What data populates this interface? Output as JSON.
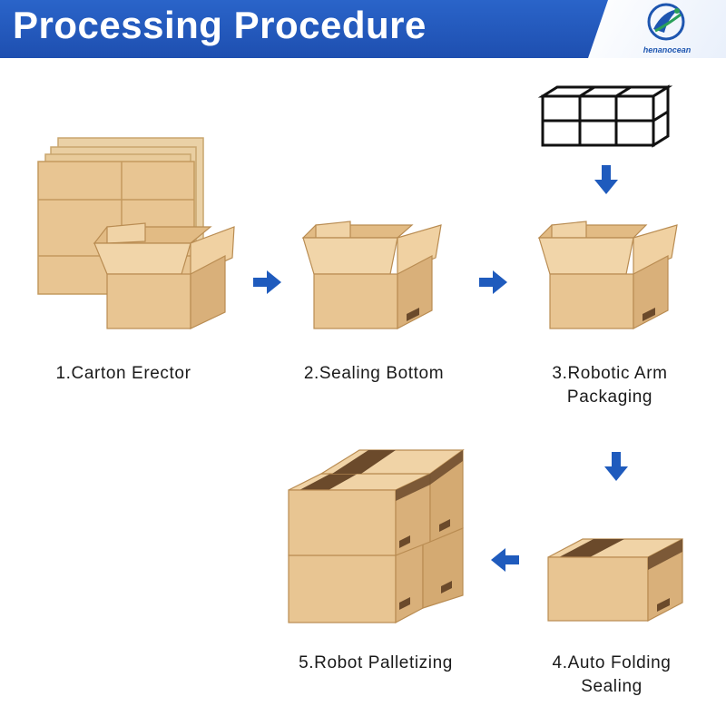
{
  "header": {
    "title": "Processing Procedure",
    "background_color": "#1e4fb0"
  },
  "logo": {
    "text": "henanocean",
    "icon": "henanocean-logo-icon"
  },
  "colors": {
    "carton": "#e8c592",
    "carton_shade": "#d9b07a",
    "tape": "#6b4a2b",
    "arrow": "#1f5bbd"
  },
  "steps": [
    {
      "label": "1.Carton Erector"
    },
    {
      "label": "2.Sealing Bottom"
    },
    {
      "label": "3.Robotic Arm",
      "label2": "Packaging"
    },
    {
      "label": "4.Auto Folding",
      "label2": "Sealing"
    },
    {
      "label": "5.Robot Palletizing"
    }
  ]
}
